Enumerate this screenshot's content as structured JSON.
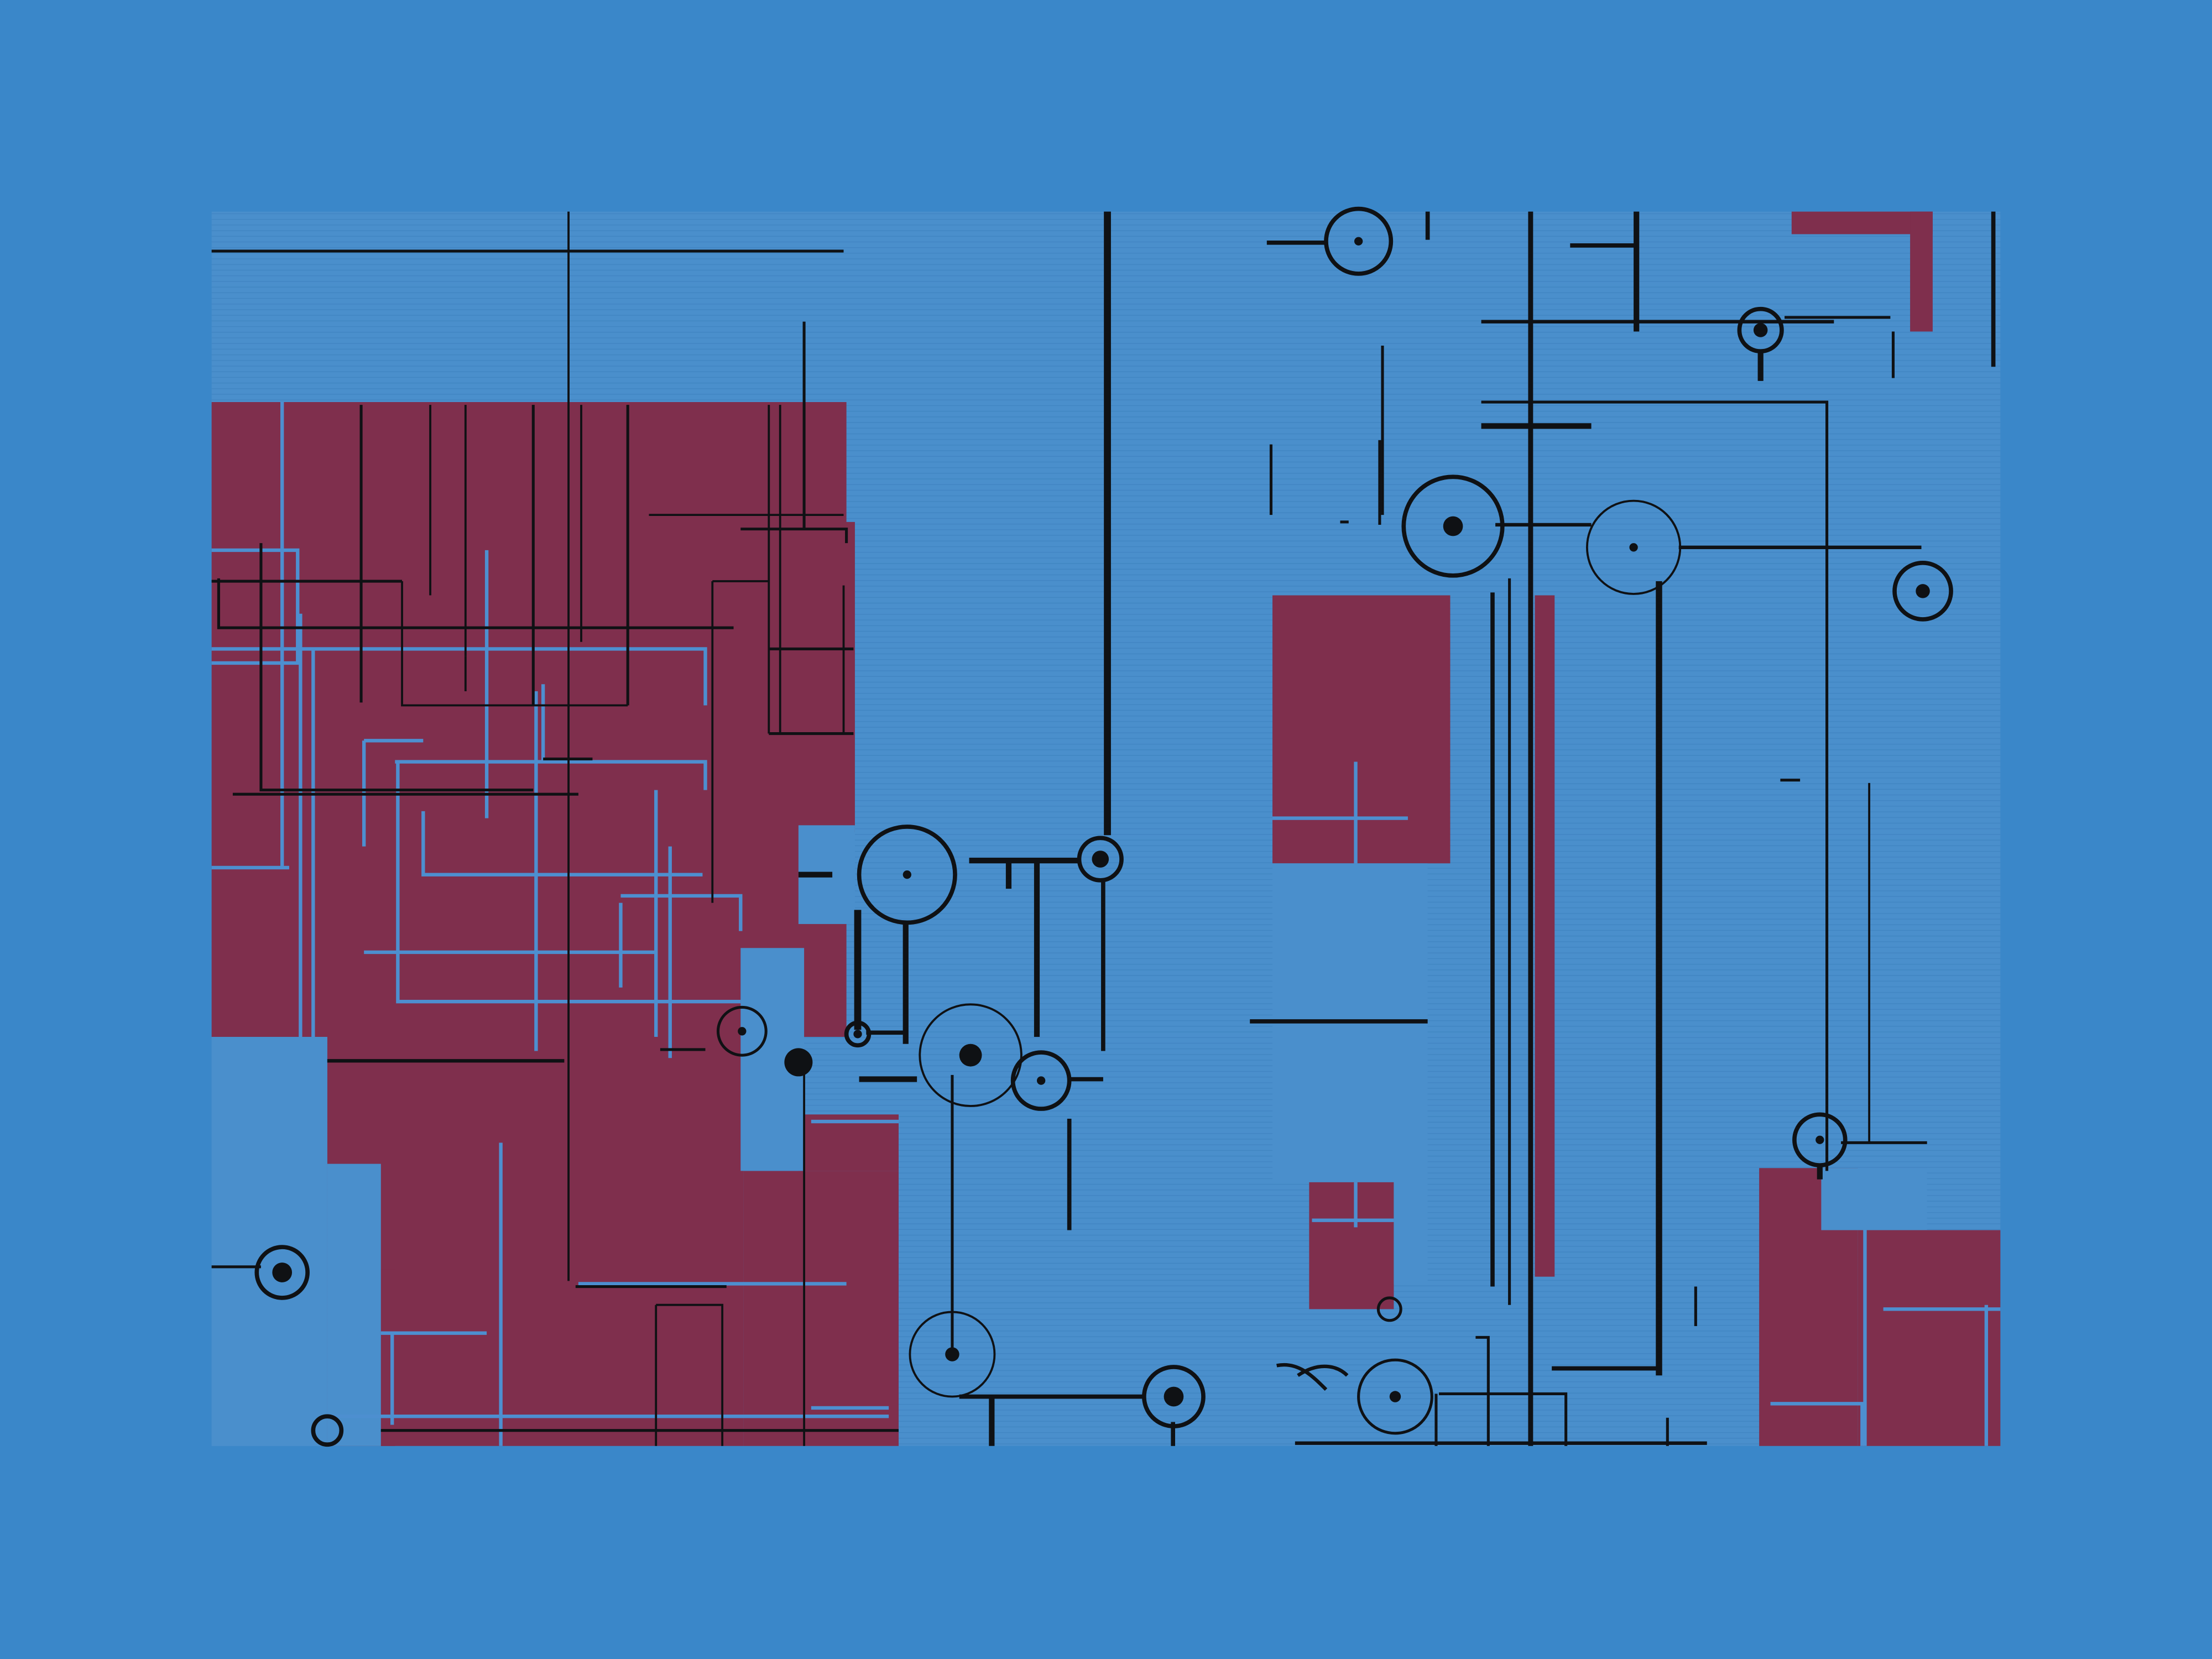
{
  "artwork": {
    "palette": {
      "page_background": "#3a87c9",
      "canvas_background": "#4a8fcc",
      "block_fill": "#7f2f4d",
      "ink": "#0f1114",
      "light_line": "#4d8fd0"
    },
    "motifs": [
      "rectangular-blocks",
      "line-grid",
      "ring-nodes",
      "dot-nodes"
    ]
  }
}
